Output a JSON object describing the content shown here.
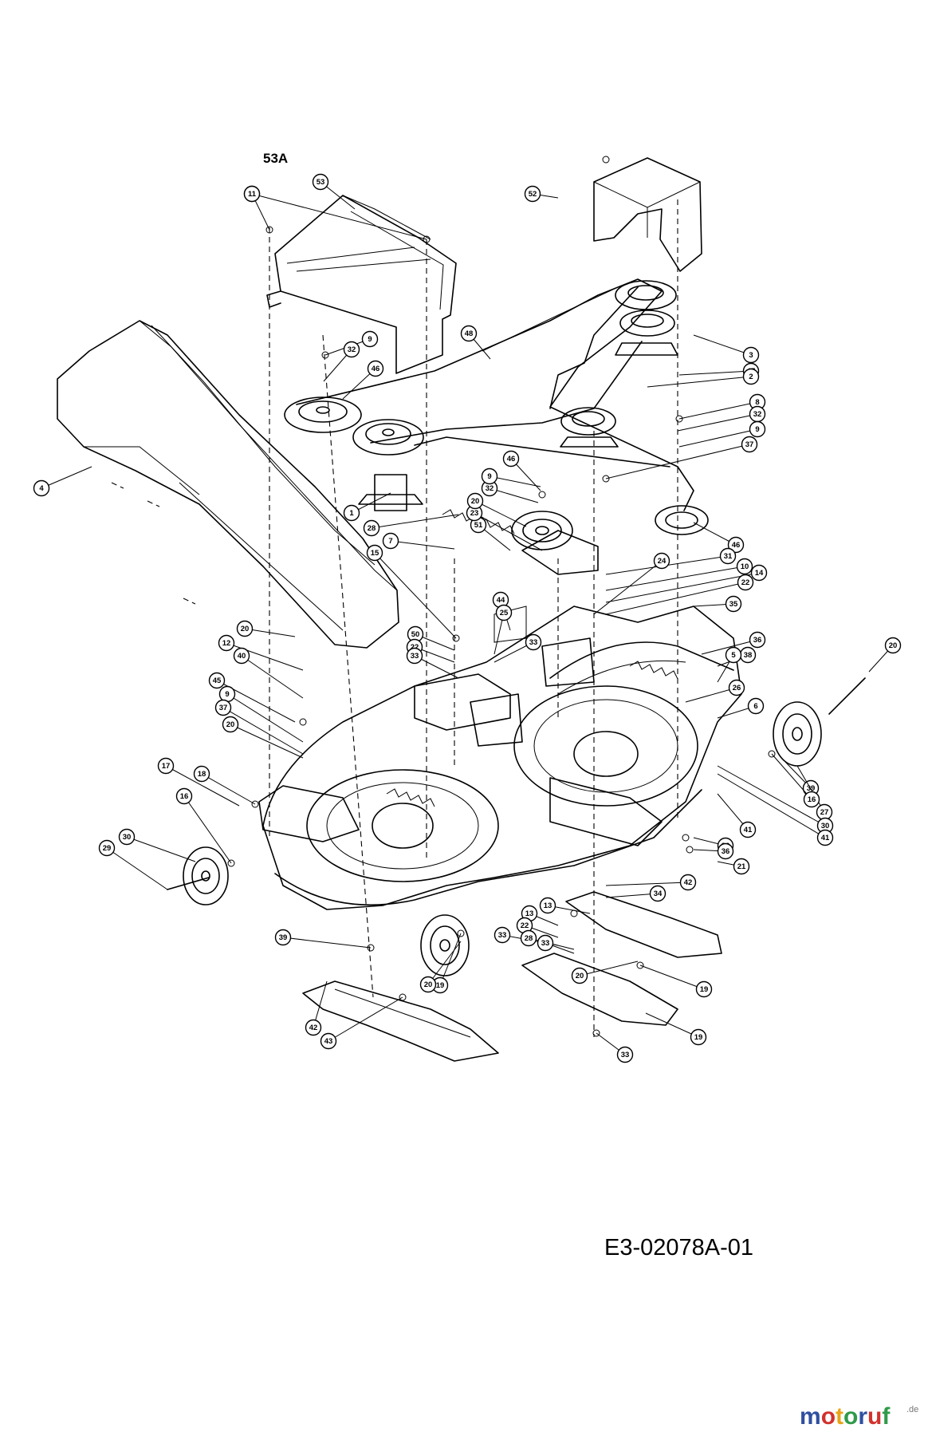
{
  "diagram": {
    "header_label": "53A",
    "drawing_code": "E3-02078A-01",
    "watermark": {
      "text": "motoruf",
      "tld": ".de",
      "colors": [
        "#2f4fa0",
        "#d2322d",
        "#e8a418",
        "#2f9a48",
        "#2f4fa0",
        "#d2322d",
        "#2f9a48"
      ]
    }
  },
  "callouts": [
    "53",
    "11",
    "11",
    "52",
    "48",
    "9",
    "32",
    "46",
    "4",
    "1",
    "28",
    "7",
    "15",
    "51",
    "23",
    "20",
    "32",
    "9",
    "46",
    "3",
    "47",
    "2",
    "8",
    "32",
    "9",
    "37",
    "46",
    "31",
    "10",
    "14",
    "22",
    "24",
    "44",
    "25",
    "33",
    "35",
    "36",
    "38",
    "5",
    "26",
    "6",
    "20",
    "12",
    "40",
    "45",
    "9",
    "37",
    "20",
    "50",
    "22",
    "33",
    "20",
    "39",
    "27",
    "16",
    "30",
    "41",
    "41",
    "26",
    "36",
    "21",
    "42",
    "34",
    "17",
    "18",
    "16",
    "30",
    "29",
    "39",
    "13",
    "13",
    "22",
    "33",
    "28",
    "33",
    "20",
    "19",
    "42",
    "43",
    "19",
    "20",
    "33",
    "19",
    "42"
  ]
}
